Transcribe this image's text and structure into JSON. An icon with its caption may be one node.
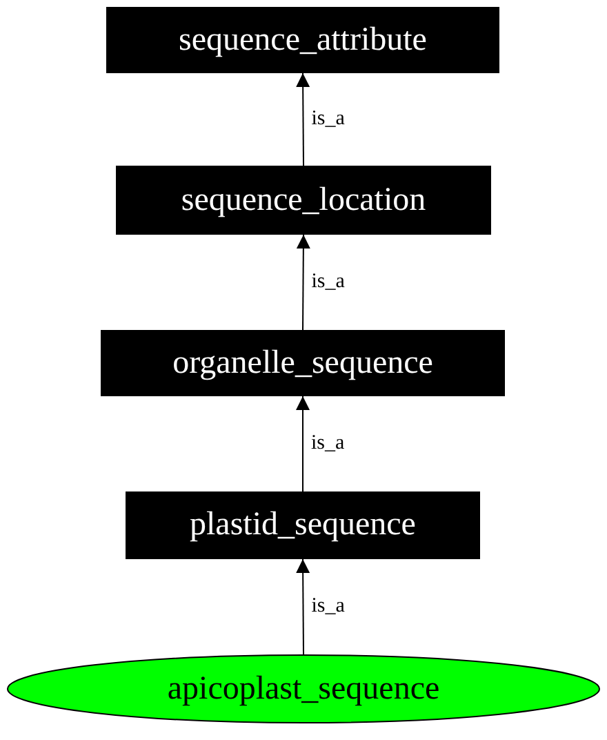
{
  "diagram": {
    "nodes": [
      {
        "text": [
          "sequence_attribute"
        ]
      },
      {
        "text": [
          "sequence_location"
        ]
      },
      {
        "text": [
          "organelle_sequence"
        ]
      },
      {
        "text": [
          "plastid_sequence"
        ]
      },
      {
        "text": [
          "apicoplast_sequence"
        ]
      }
    ],
    "edges": [
      {
        "from": 1,
        "to": 0,
        "arrow": "to",
        "label": "is_a"
      },
      {
        "from": 2,
        "to": 1,
        "arrow": "to",
        "label": "is_a"
      },
      {
        "from": 3,
        "to": 2,
        "arrow": "to",
        "label": "is_a"
      },
      {
        "from": 4,
        "to": 3,
        "arrow": "to",
        "label": "is_a"
      }
    ]
  }
}
